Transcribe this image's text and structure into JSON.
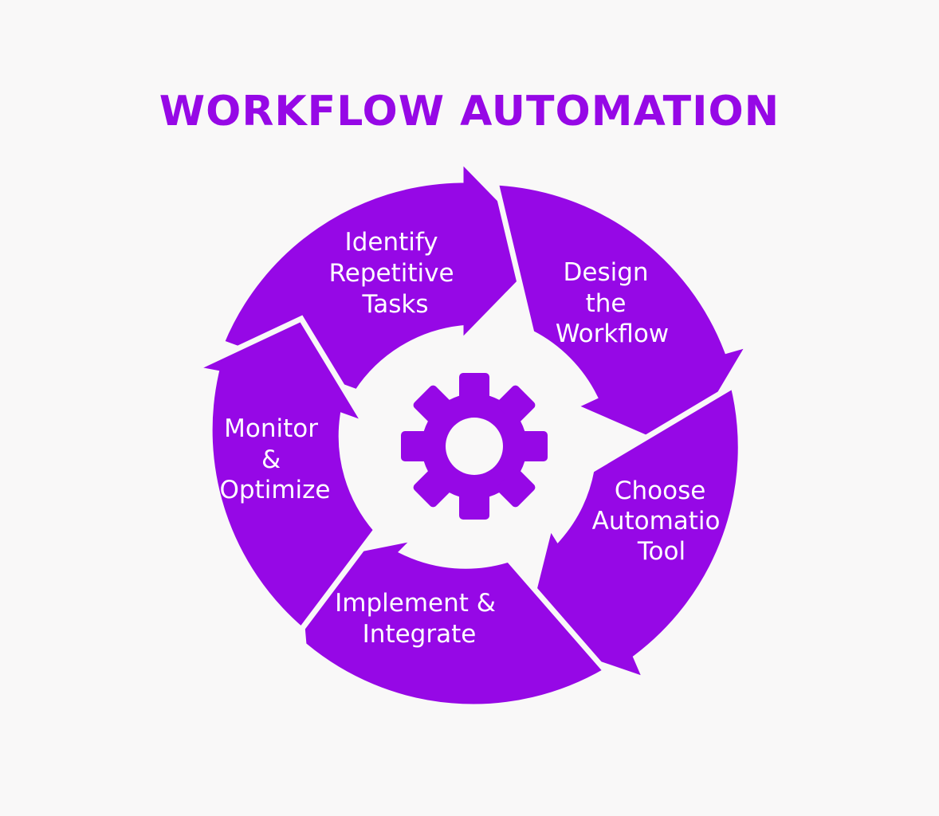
{
  "title": "WORKFLOW AUTOMATION",
  "colors": {
    "accent": "#9608e6",
    "background": "#f9f8f8",
    "label": "#ffffff"
  },
  "center_icon": "gear-icon",
  "steps": [
    {
      "lines": [
        "Identify",
        "Repetitive",
        "Tasks"
      ]
    },
    {
      "lines": [
        "Design",
        "the",
        "Workflow"
      ]
    },
    {
      "lines": [
        "Choose",
        "Automatio",
        "Tool"
      ]
    },
    {
      "lines": [
        "Implement &",
        "Integrate"
      ]
    },
    {
      "lines": [
        "Monitor",
        "&",
        "Optimize"
      ]
    }
  ]
}
